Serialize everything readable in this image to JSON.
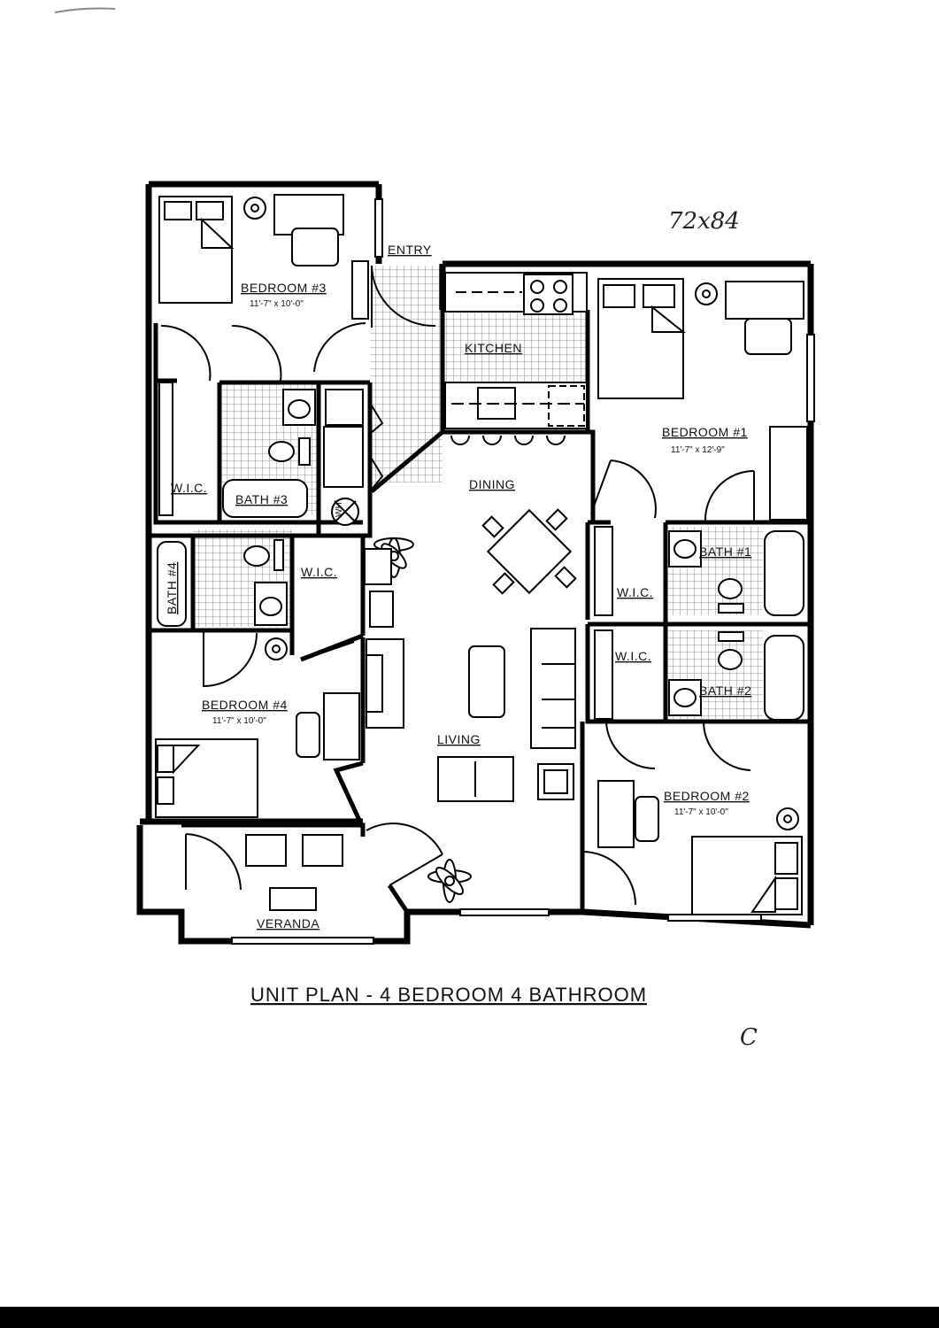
{
  "note": "72x84",
  "caption": "UNIT PLAN - 4 BEDROOM 4 BATHROOM",
  "corner_mark": "C",
  "rooms": {
    "entry": "ENTRY",
    "kitchen": "KITCHEN",
    "dining": "DINING",
    "living": "LIVING",
    "veranda": "VERANDA",
    "bedroom3": {
      "name": "BEDROOM #3",
      "size": "11'-7\" x 10'-0\""
    },
    "bedroom1": {
      "name": "BEDROOM #1",
      "size": "11'-7\" x 12'-9\""
    },
    "bedroom4": {
      "name": "BEDROOM #4",
      "size": "11'-7\" x 10'-0\""
    },
    "bedroom2": {
      "name": "BEDROOM #2",
      "size": "11'-7\" x 10'-0\""
    },
    "bath3": "BATH #3",
    "bath4": "BATH #4",
    "bath1": "BATH #1",
    "bath2": "BATH #2",
    "wic_bed3": "W.I.C.",
    "wic_bed4": "W.I.C.",
    "wic_bed1": "W.I.C.",
    "wic_bed2": "W.I.C.",
    "wh": "WH"
  }
}
